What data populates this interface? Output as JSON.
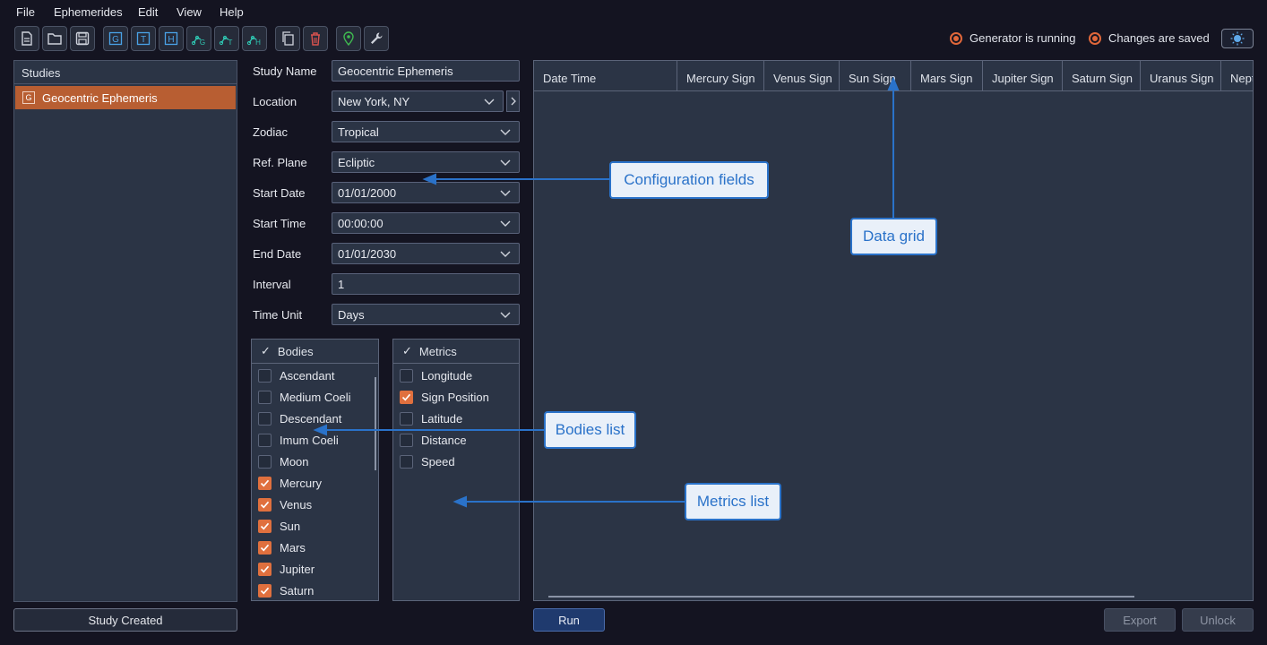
{
  "menu": [
    "File",
    "Ephemerides",
    "Edit",
    "View",
    "Help"
  ],
  "toolbar": {
    "icons": [
      "new-file-icon",
      "open-folder-icon",
      "save-icon",
      "geocentric-study-icon",
      "topocentric-study-icon",
      "heliocentric-study-icon",
      "geocentric-graph-icon",
      "topocentric-graph-icon",
      "heliocentric-graph-icon",
      "copy-icon",
      "delete-icon",
      "location-pin-icon",
      "wrench-icon"
    ],
    "letters": {
      "g": "G",
      "t": "T",
      "h": "H"
    }
  },
  "status": {
    "generator": "Generator is running",
    "saved": "Changes are saved",
    "accent": "#e0673a"
  },
  "studies": {
    "header": "Studies",
    "items": [
      {
        "icon": "G",
        "label": "Geocentric Ephemeris"
      }
    ],
    "footer_button": "Study Created"
  },
  "form": {
    "study_name_label": "Study Name",
    "study_name_value": "Geocentric Ephemeris",
    "location_label": "Location",
    "location_value": "New York, NY",
    "zodiac_label": "Zodiac",
    "zodiac_value": "Tropical",
    "ref_plane_label": "Ref. Plane",
    "ref_plane_value": "Ecliptic",
    "start_date_label": "Start Date",
    "start_date_value": "01/01/2000",
    "start_time_label": "Start Time",
    "start_time_value": "00:00:00",
    "end_date_label": "End Date",
    "end_date_value": "01/01/2030",
    "interval_label": "Interval",
    "interval_value": "1",
    "time_unit_label": "Time Unit",
    "time_unit_value": "Days"
  },
  "bodies": {
    "header_check": "✓",
    "header": "Bodies",
    "items": [
      {
        "label": "Ascendant",
        "checked": false
      },
      {
        "label": "Medium Coeli",
        "checked": false
      },
      {
        "label": "Descendant",
        "checked": false
      },
      {
        "label": "Imum Coeli",
        "checked": false
      },
      {
        "label": "Moon",
        "checked": false
      },
      {
        "label": "Mercury",
        "checked": true
      },
      {
        "label": "Venus",
        "checked": true
      },
      {
        "label": "Sun",
        "checked": true
      },
      {
        "label": "Mars",
        "checked": true
      },
      {
        "label": "Jupiter",
        "checked": true
      },
      {
        "label": "Saturn",
        "checked": true
      }
    ]
  },
  "metrics": {
    "header_check": "✓",
    "header": "Metrics",
    "items": [
      {
        "label": "Longitude",
        "checked": false
      },
      {
        "label": "Sign Position",
        "checked": true
      },
      {
        "label": "Latitude",
        "checked": false
      },
      {
        "label": "Distance",
        "checked": false
      },
      {
        "label": "Speed",
        "checked": false
      }
    ]
  },
  "grid": {
    "columns": [
      "Date Time",
      "Mercury Sign",
      "Venus Sign",
      "Sun Sign",
      "Mars Sign",
      "Jupiter Sign",
      "Saturn Sign",
      "Uranus Sign",
      "Nept"
    ]
  },
  "actions": {
    "run": "Run",
    "export": "Export",
    "unlock": "Unlock"
  },
  "callouts": {
    "config": "Configuration fields",
    "grid": "Data grid",
    "bodies": "Bodies list",
    "metrics": "Metrics list",
    "color": "#2a72c9"
  }
}
